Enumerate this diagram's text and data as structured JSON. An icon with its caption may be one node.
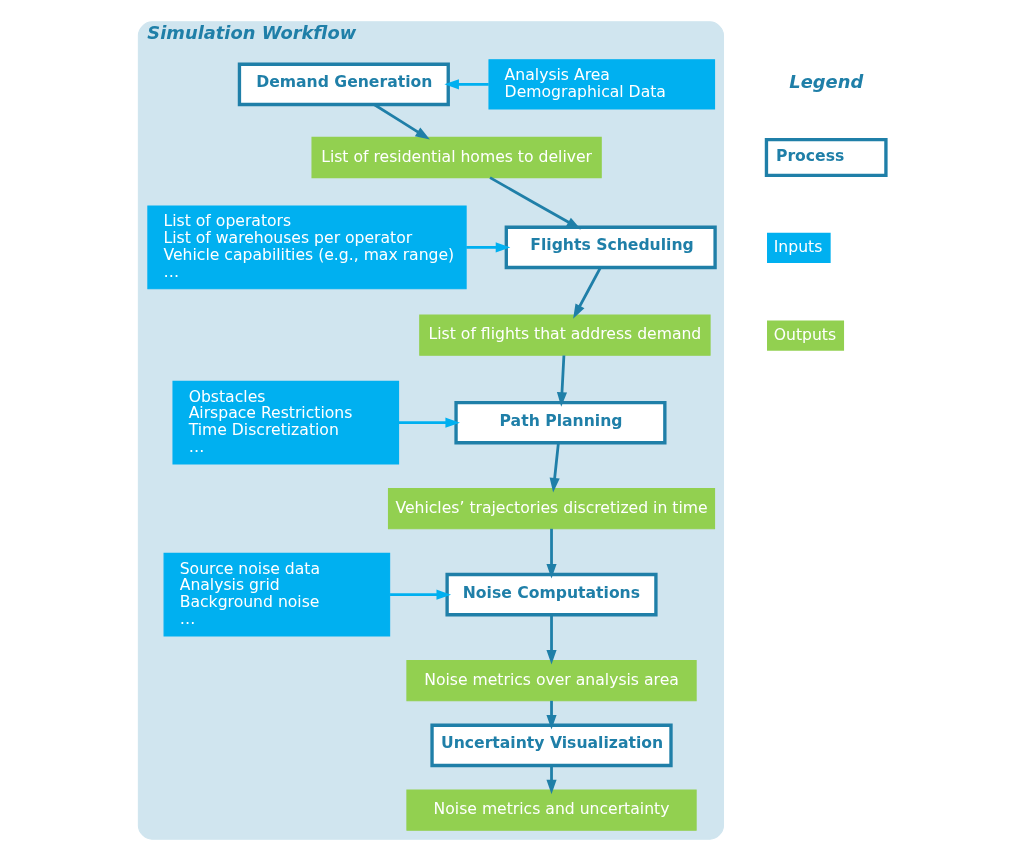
{
  "diagram": {
    "nodes": [
      {
        "text": [
          "Simulation Workflow"
        ]
      },
      {
        "text": [
          "Analysis Area",
          "Demographical Data"
        ],
        "in": 0
      },
      {
        "text": [
          "Demand Generation"
        ],
        "in": 0
      },
      {
        "text": [
          "List of residential homes to deliver"
        ],
        "in": 0
      },
      {
        "text": [
          "List of operators",
          "List of warehouses per operator",
          "Vehicle capabilities (e.g., max range)",
          "…"
        ],
        "in": 0
      },
      {
        "text": [
          "Flights Scheduling"
        ],
        "in": 0
      },
      {
        "text": [
          "List of flights that address demand"
        ],
        "in": 0
      },
      {
        "text": [
          "Obstacles",
          "Airspace Restrictions",
          "Time Discretization",
          "…"
        ],
        "in": 0
      },
      {
        "text": [
          "Path Planning"
        ],
        "in": 0
      },
      {
        "text": [
          "Vehicles’ trajectories discretized in time"
        ],
        "in": 0
      },
      {
        "text": [
          "Source noise data",
          "Analysis grid",
          "Background noise",
          "…"
        ],
        "in": 0
      },
      {
        "text": [
          "Noise Computations"
        ],
        "in": 0
      },
      {
        "text": [
          "Noise metrics over analysis area"
        ],
        "in": 0
      },
      {
        "text": [
          "Uncertainty Visualization"
        ],
        "in": 0
      },
      {
        "text": [
          "Noise metrics and uncertainty"
        ],
        "in": 0
      }
    ],
    "edges": [
      {
        "from": 1,
        "to": 2,
        "arrow": "to",
        "color": "#00b0f0"
      },
      {
        "from": 2,
        "to": 3,
        "arrow": "to"
      },
      {
        "from": 3,
        "to": 5,
        "arrow": "to"
      },
      {
        "from": 4,
        "to": 5,
        "arrow": "to",
        "color": "#00b0f0"
      },
      {
        "from": 5,
        "to": 6,
        "arrow": "to"
      },
      {
        "from": 6,
        "to": 8,
        "arrow": "to"
      },
      {
        "from": 7,
        "to": 8,
        "arrow": "to",
        "color": "#00b0f0"
      },
      {
        "from": 8,
        "to": 9,
        "arrow": "to"
      },
      {
        "from": 9,
        "to": 11,
        "arrow": "to"
      },
      {
        "from": 10,
        "to": 11,
        "arrow": "to",
        "color": "#00b0f0"
      },
      {
        "from": 11,
        "to": 12,
        "arrow": "to"
      },
      {
        "from": 12,
        "to": 13,
        "arrow": "to"
      },
      {
        "from": 13,
        "to": 14,
        "arrow": "to"
      }
    ],
    "labels": [
      "Legend"
    ],
    "legend": [
      {
        "text": "Process"
      },
      {
        "text": "Inputs",
        "color": "#00b0f0"
      },
      {
        "text": "Outputs",
        "color": "#92d050"
      }
    ]
  }
}
